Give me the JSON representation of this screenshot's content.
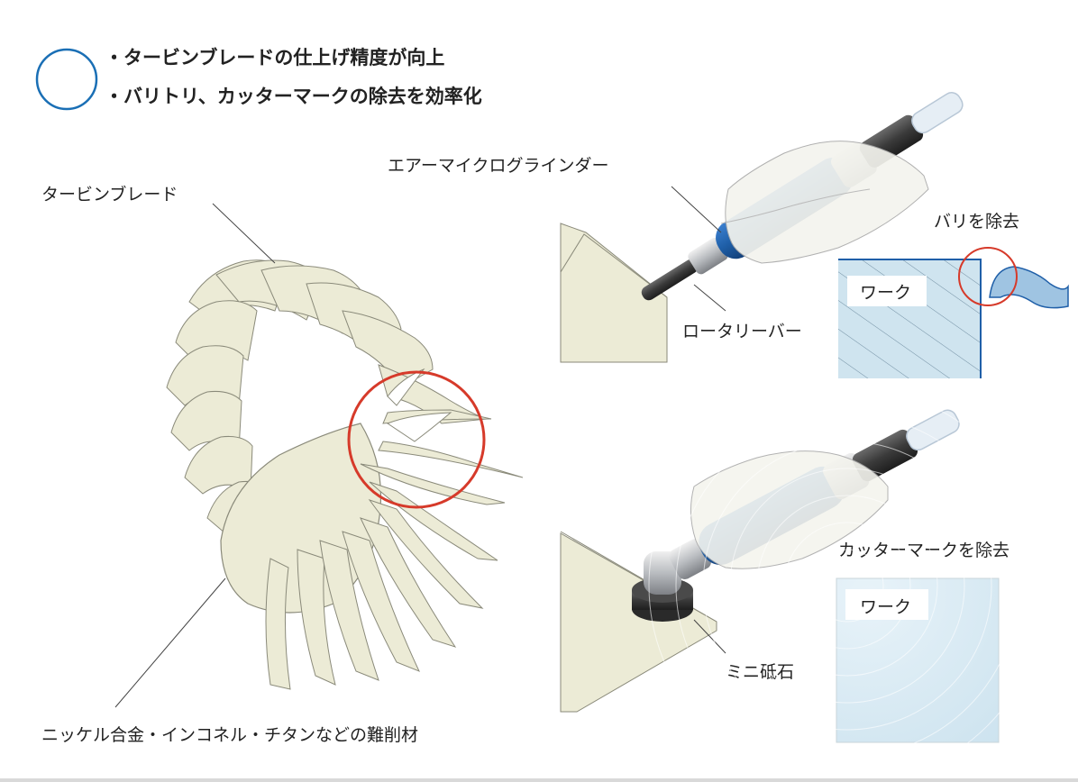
{
  "header": {
    "bullets": [
      "・タービンブレードの仕上げ精度が向上",
      "・バリトリ、カッターマークの除去を効率化"
    ],
    "legend_circle_color": "#1a6fb5"
  },
  "labels": {
    "turbine_blade": "タービンブレード",
    "materials": "ニッケル合金・インコネル・チタンなどの難削材",
    "air_grinder": "エアーマイクログラインダー",
    "rotary_bur": "ロータリーバー",
    "burr_removal": "バリを除去",
    "work_top": "ワーク",
    "cutter_mark_removal": "カッターマークを除去",
    "mini_stone": "ミニ砥石",
    "work_bottom": "ワーク"
  },
  "colors": {
    "tool_blue": "#1f5fa8",
    "highlight_red": "#d63a2a",
    "blade_fill": "#ecebd6",
    "work_fill": "#cfe4ef"
  }
}
